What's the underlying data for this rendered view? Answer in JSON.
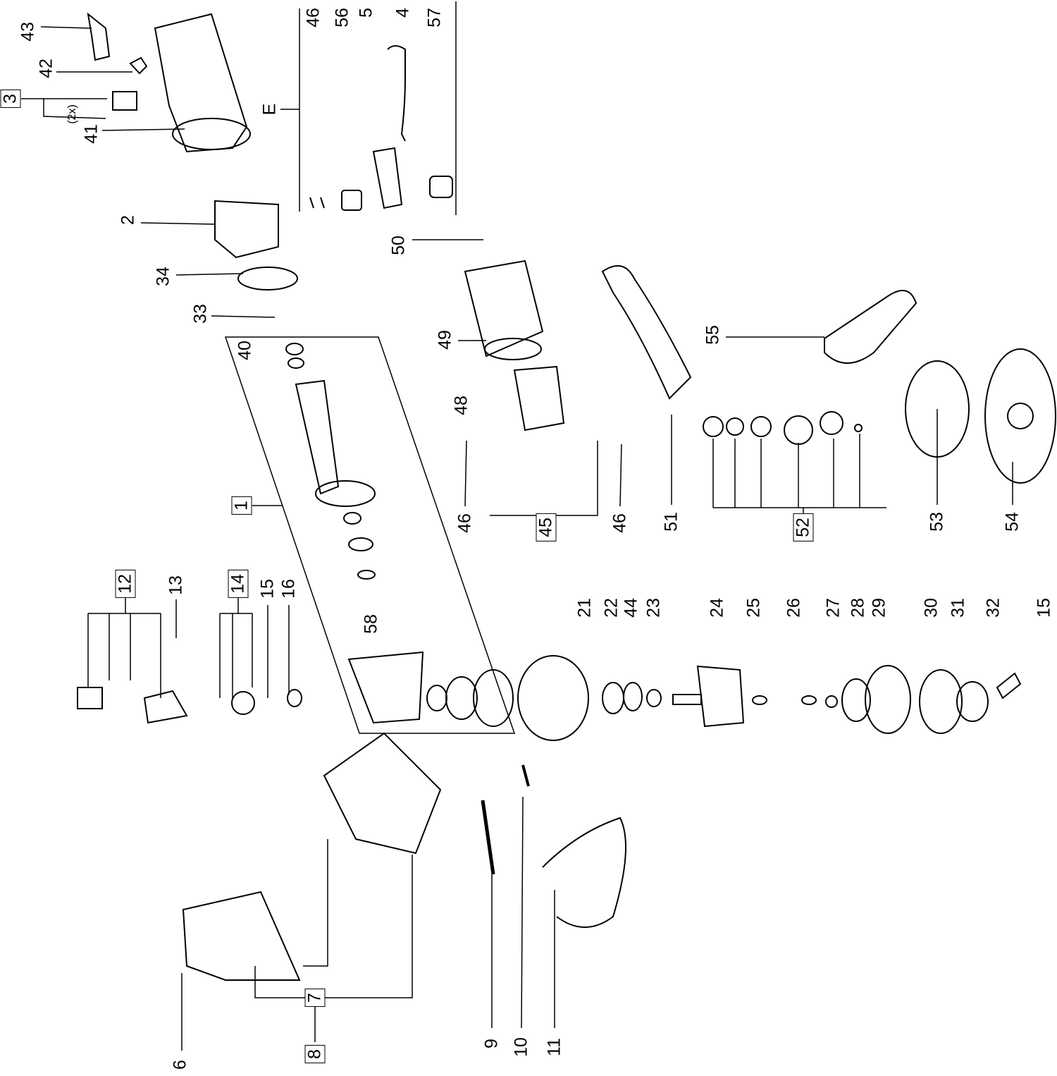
{
  "title": "Exploded parts diagram",
  "callouts": {
    "p43": "43",
    "p42": "42",
    "p3": "3",
    "qty2x": "(2x)",
    "p41": "41",
    "p46a": "46",
    "p56": "56",
    "p5": "5",
    "p4": "4",
    "p57": "57",
    "pE": "E",
    "p2": "2",
    "p34": "34",
    "p33": "33",
    "p50": "50",
    "p40": "40",
    "p49": "49",
    "p55": "55",
    "p48": "48",
    "p46b": "46",
    "p45": "45",
    "p46c": "46",
    "p1": "1",
    "p51": "51",
    "p52": "52",
    "p53": "53",
    "p54": "54",
    "p12": "12",
    "p13": "13",
    "p14": "14",
    "p15a": "15",
    "p16": "16",
    "p58": "58",
    "p21": "21",
    "p22": "22",
    "p44": "44",
    "p23": "23",
    "p24": "24",
    "p25": "25",
    "p26": "26",
    "p27": "27",
    "p28": "28",
    "p29": "29",
    "p30": "30",
    "p31": "31",
    "p32": "32",
    "p15b": "15",
    "p7": "7",
    "p8": "8",
    "p6": "6",
    "p9": "9",
    "p10": "10",
    "p11": "11"
  },
  "boxed_callouts": [
    "1",
    "3",
    "7",
    "8",
    "12",
    "14",
    "45",
    "52"
  ]
}
